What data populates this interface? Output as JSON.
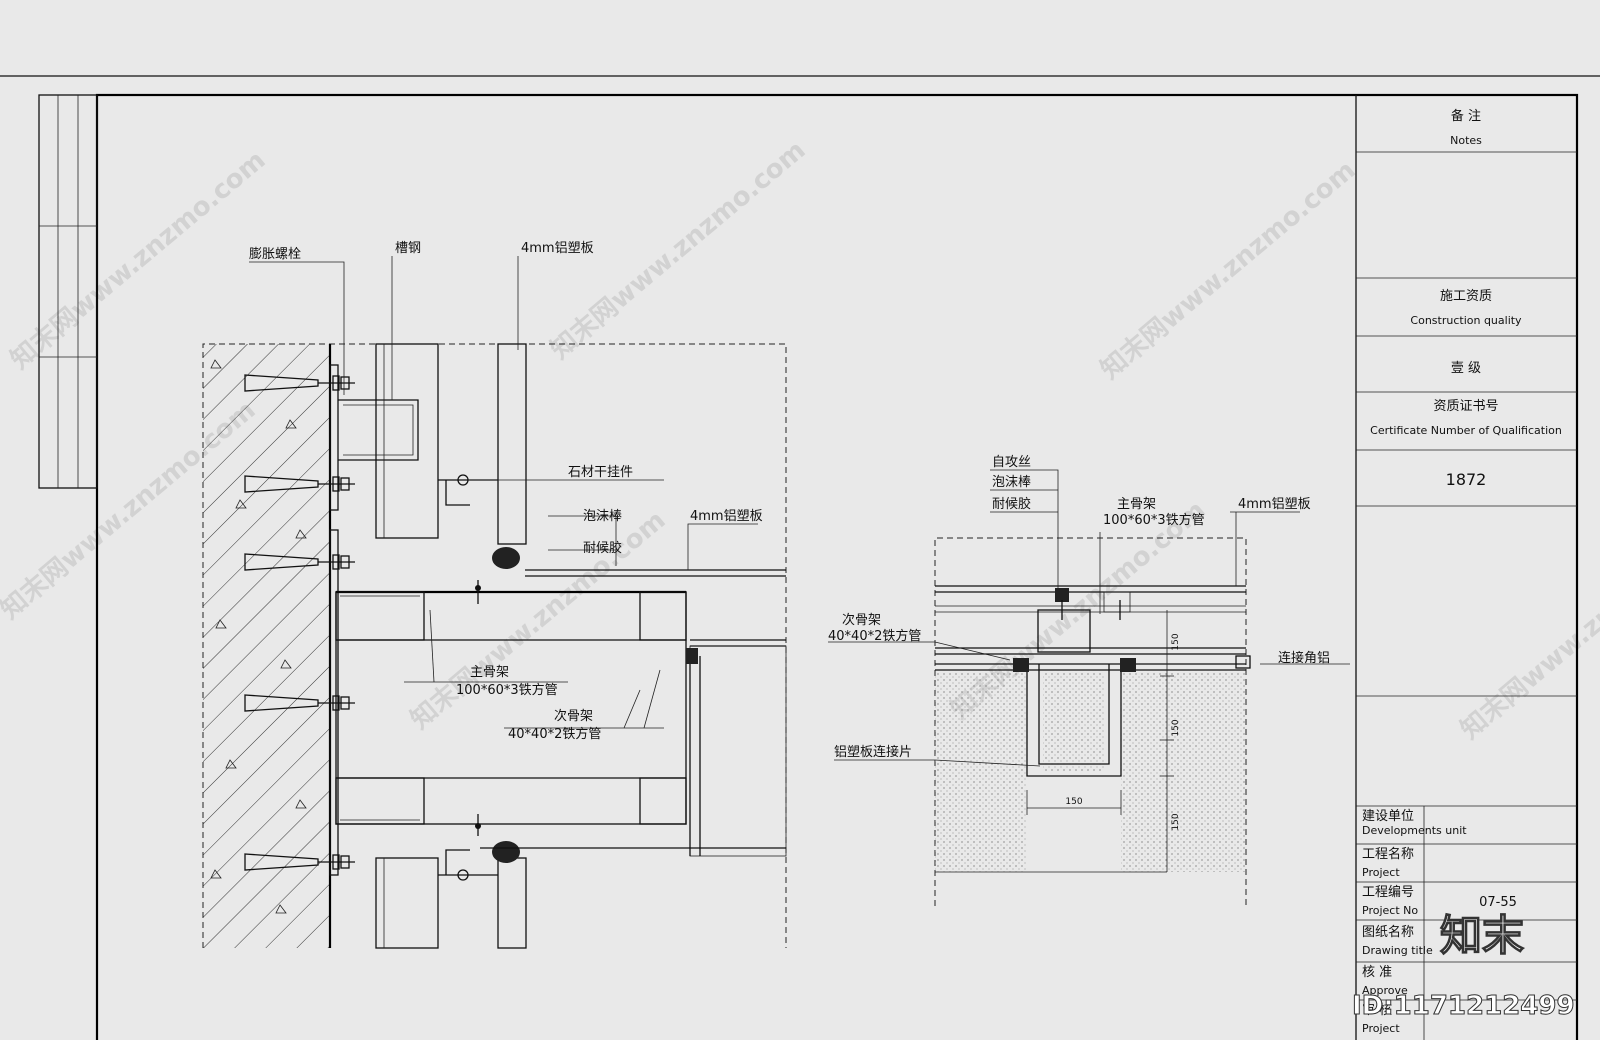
{
  "title_block": {
    "notes_cn": "备 注",
    "notes_en": "Notes",
    "construction_quality_cn": "施工资质",
    "construction_quality_en": "Construction quality",
    "grade_cn": "壹 级",
    "certificate_cn": "资质证书号",
    "certificate_en": "Certificate Number of Qualification",
    "certificate_value": "1872",
    "dev_unit_cn": "建设单位",
    "dev_unit_en": "Developments unit",
    "project_name_cn": "工程名称",
    "project_name_en": "Project",
    "project_no_cn": "工程编号",
    "project_no_en": "Project No",
    "project_no_value": "07-55",
    "drawing_title_cn": "图纸名称",
    "drawing_title_en": "Drawing title",
    "approve_cn": "核 准",
    "approve_en": "Approve",
    "check_cn": "审 核",
    "check_en": "Project"
  },
  "left_detail": {
    "label_bolt": "膨胀螺栓",
    "label_channel": "槽钢",
    "label_panel_top": "4mm铝塑板",
    "label_stone_hanger": "石材干挂件",
    "label_foam": "泡沫棒",
    "label_sealant": "耐候胶",
    "label_panel_right": "4mm铝塑板",
    "label_main_frame": "主骨架",
    "label_main_spec": "100*60*3铁方管",
    "label_sub_frame": "次骨架",
    "label_sub_spec": "40*40*2铁方管"
  },
  "right_detail": {
    "label_screw": "自攻丝",
    "label_foam": "泡沫棒",
    "label_sealant": "耐候胶",
    "label_main_frame": "主骨架",
    "label_main_spec": "100*60*3铁方管",
    "label_panel": "4mm铝塑板",
    "label_sub_frame": "次骨架",
    "label_sub_spec": "40*40*2铁方管",
    "label_corner": "连接角铝",
    "label_connector": "铝塑板连接片",
    "dim_1": "150",
    "dim_2": "150",
    "dim_3": "150",
    "dim_4": "150"
  },
  "watermark": {
    "site": "知末网www.znzmo.com",
    "brand": "知末",
    "id": "ID:1171212499"
  }
}
